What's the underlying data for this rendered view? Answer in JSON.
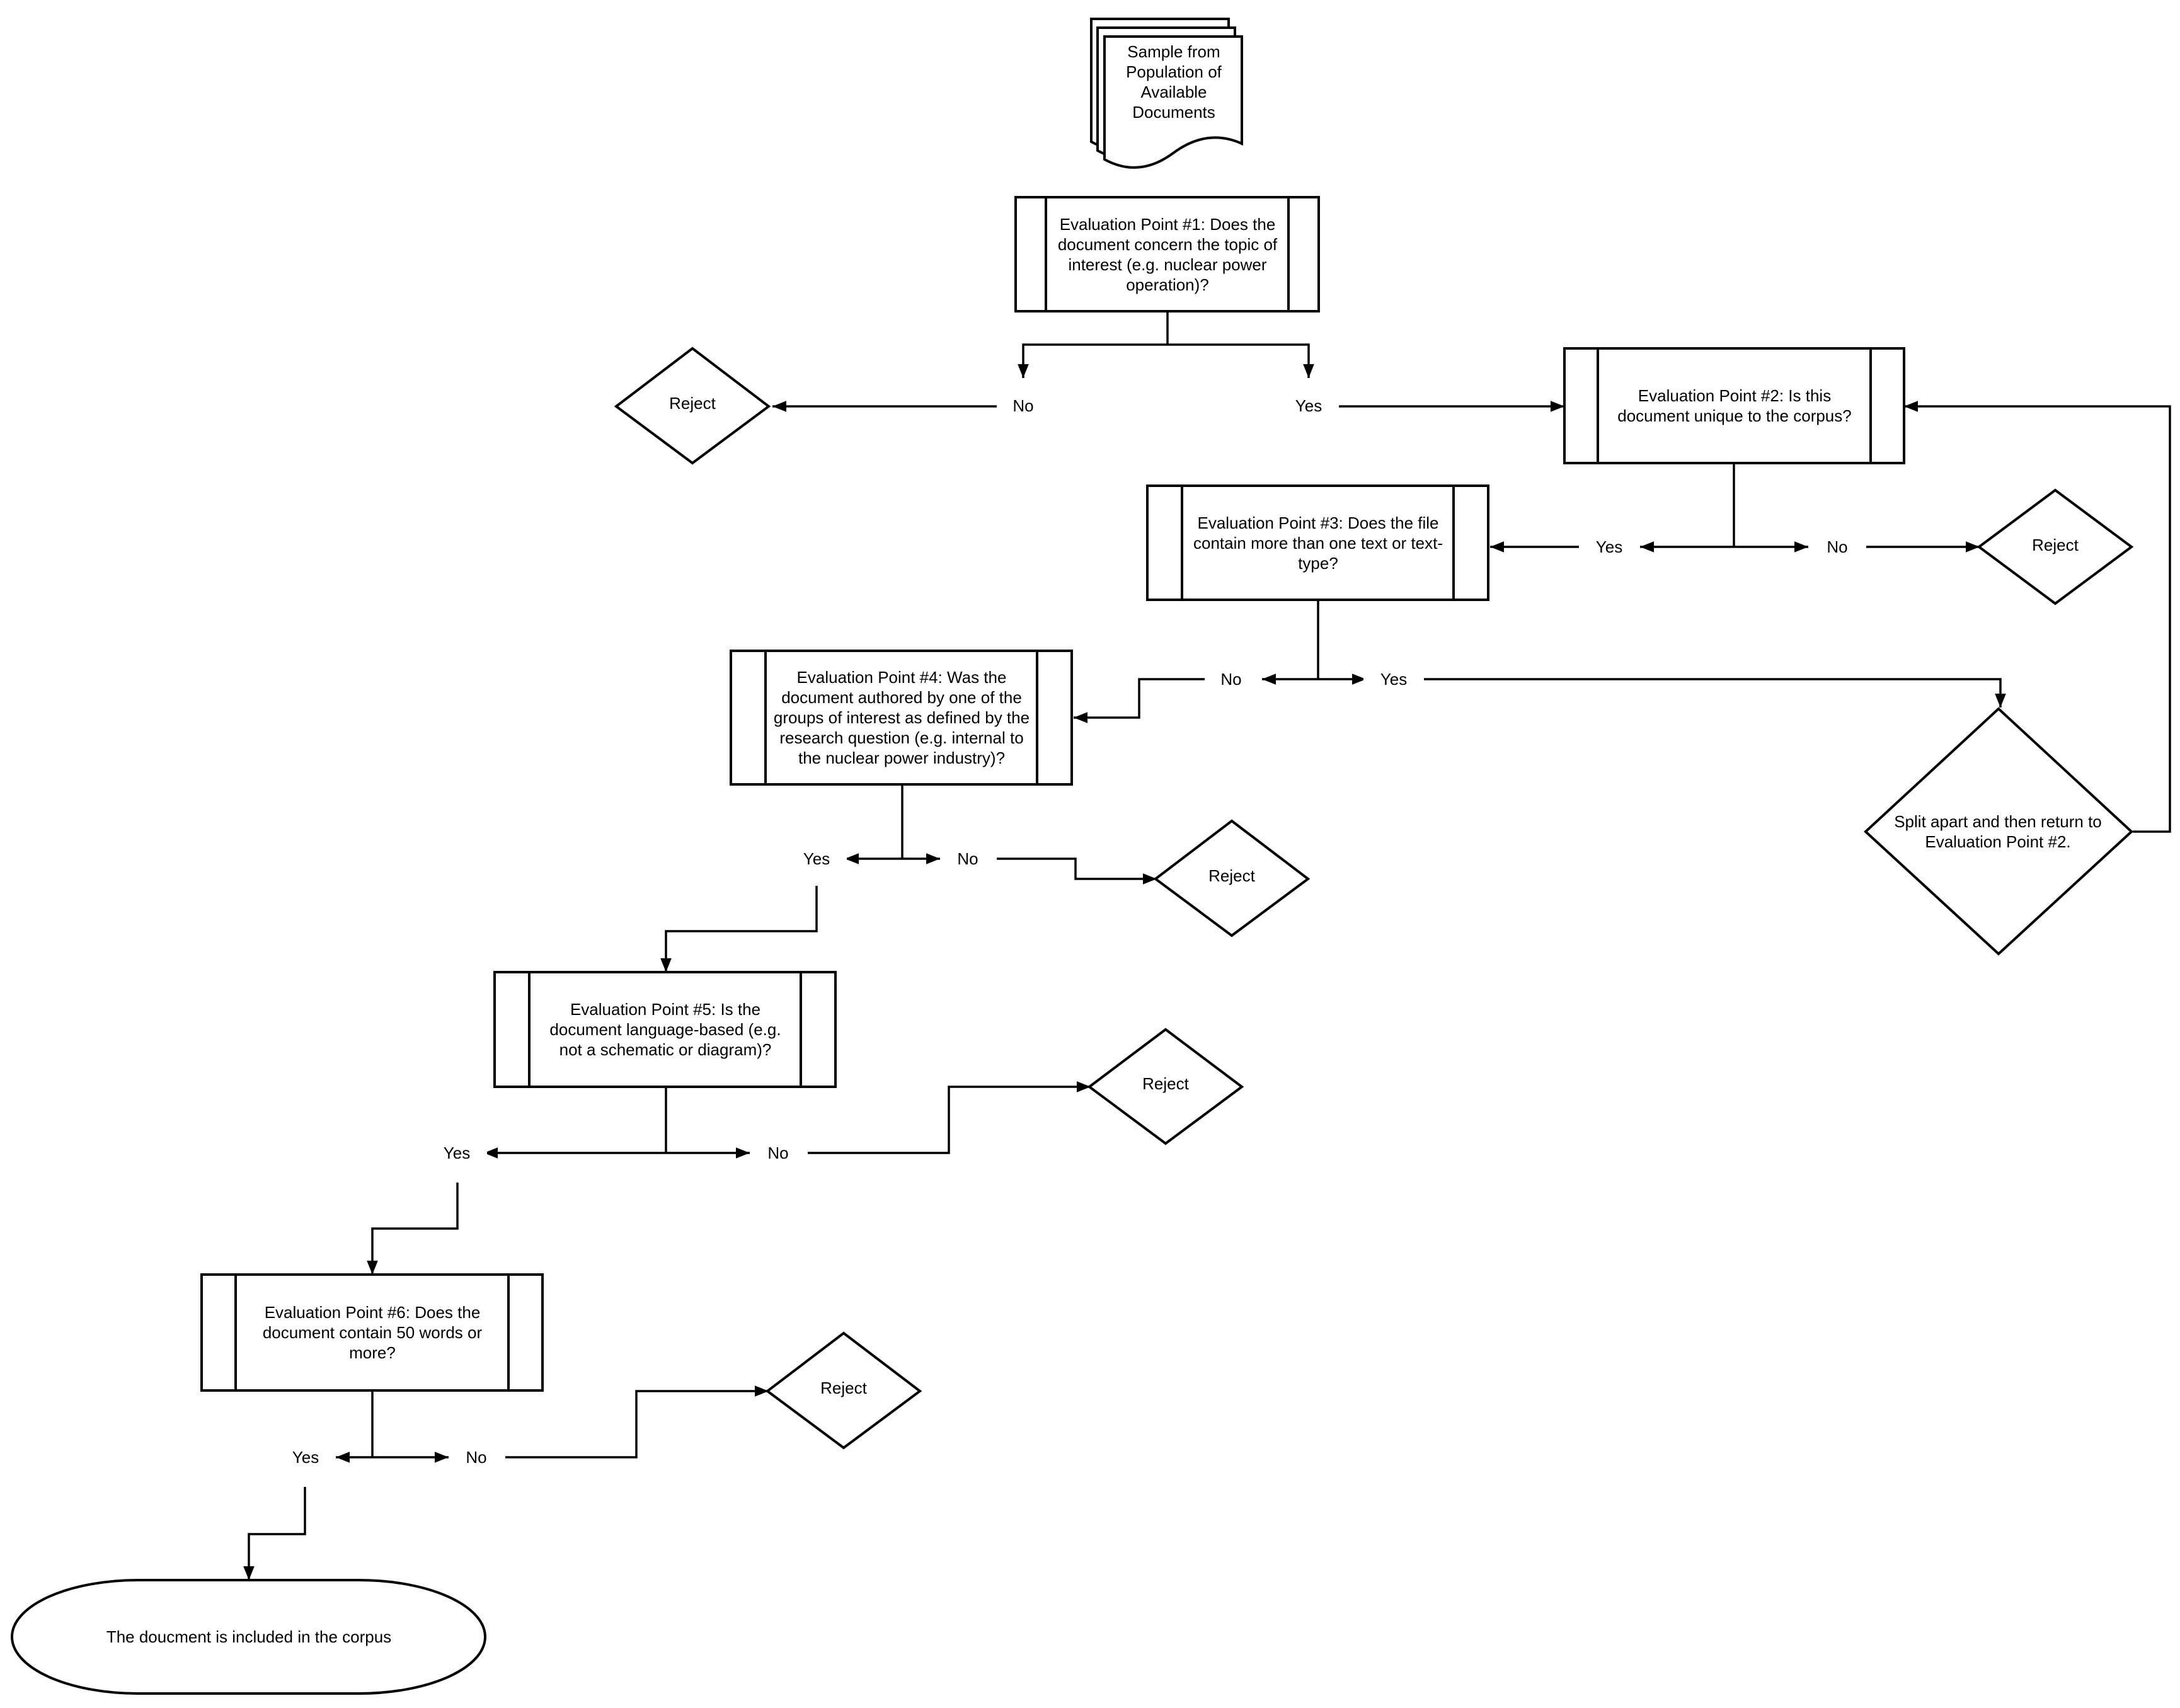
{
  "flowchart": {
    "start": {
      "label": "Sample from Population of Available Documents"
    },
    "evaluation_points": [
      {
        "id": "ep1",
        "label": "Evaluation Point #1: Does the document concern the topic of interest (e.g. nuclear power operation)?"
      },
      {
        "id": "ep2",
        "label": "Evaluation Point #2: Is this document unique to the corpus?"
      },
      {
        "id": "ep3",
        "label": "Evaluation Point #3: Does the file contain more than one text or text-type?"
      },
      {
        "id": "ep4",
        "label": "Evaluation Point #4: Was the document authored by one of the groups of interest as defined by the research question (e.g. internal to the nuclear power industry)?"
      },
      {
        "id": "ep5",
        "label": "Evaluation Point #5: Is the document language-based (e.g. not a schematic or diagram)?"
      },
      {
        "id": "ep6",
        "label": "Evaluation Point #6: Does the document contain 50 words or more?"
      }
    ],
    "split_decision": {
      "label": "Split apart and then return to Evaluation Point #2."
    },
    "reject_label": "Reject",
    "yes_label": "Yes",
    "no_label": "No",
    "end": {
      "label": "The doucment is included in the corpus"
    }
  }
}
